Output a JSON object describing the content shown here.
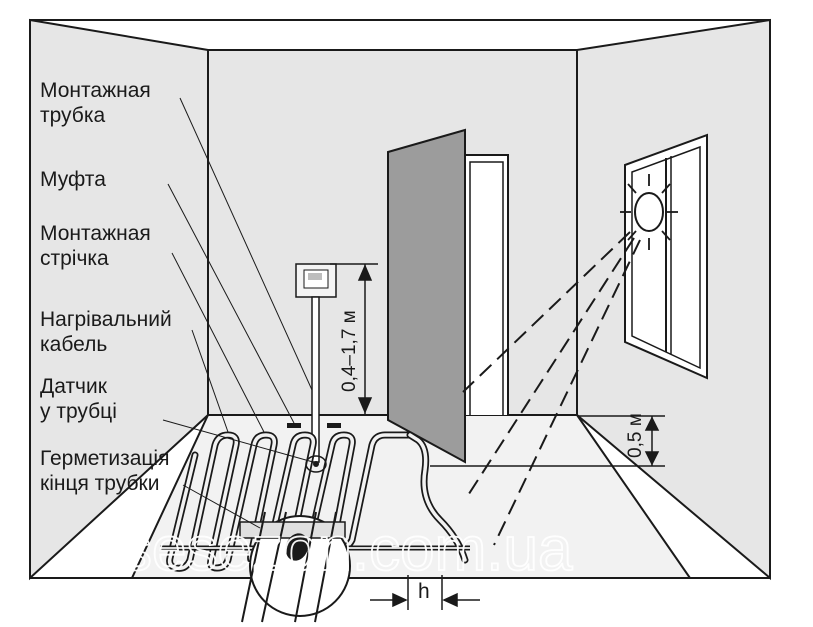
{
  "labels": {
    "mounting_tube": [
      "Монтажная",
      "трубка"
    ],
    "coupling": [
      "Муфта"
    ],
    "mounting_tape": [
      "Монтажная",
      "стрічка"
    ],
    "heating_cable": [
      "Нагрівальний",
      "кабель"
    ],
    "sensor_in_tube": [
      "Датчик",
      "у трубці"
    ],
    "tube_end_sealing": [
      "Герметизація",
      "кінця трубки"
    ]
  },
  "dimensions": {
    "thermostat_height": "0,4–1,7 м",
    "sensor_distance": "0,5 м",
    "cable_step": "h"
  },
  "watermark": "vsesezon.com.ua",
  "colors": {
    "wall_fill": "#e6e6e6",
    "floor_fill": "#f0f0f0",
    "door_fill": "#9c9c9c",
    "line": "#1a1a1a"
  }
}
